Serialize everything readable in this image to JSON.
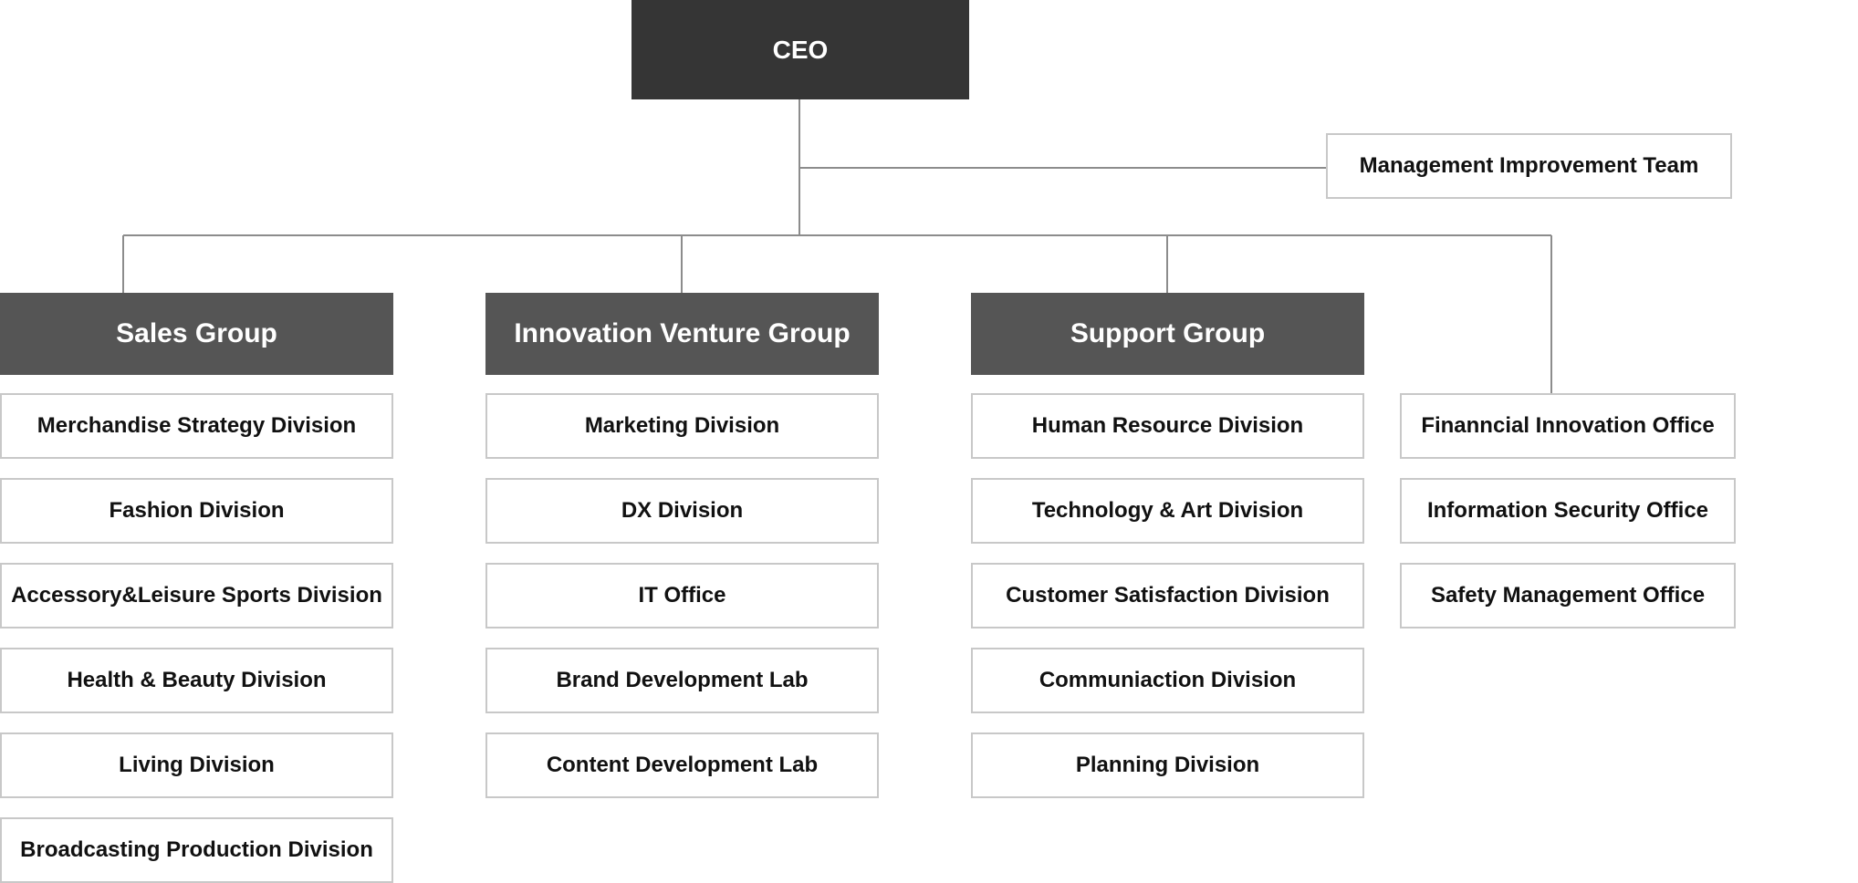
{
  "ceo": {
    "label": "CEO"
  },
  "management_team": {
    "label": "Management Improvement Team"
  },
  "groups": [
    {
      "label": "Sales Group",
      "units": [
        "Merchandise Strategy Division",
        "Fashion Division",
        "Accessory&Leisure Sports Division",
        "Health & Beauty Division",
        "Living Division",
        "Broadcasting Production Division"
      ]
    },
    {
      "label": "Innovation Venture Group",
      "units": [
        "Marketing Division",
        "DX Division",
        "IT Office",
        "Brand Development Lab",
        "Content Development Lab"
      ]
    },
    {
      "label": "Support Group",
      "units": [
        "Human Resource Division",
        "Technology & Art Division",
        "Customer Satisfaction Division",
        "Communiaction Division",
        "Planning Division"
      ]
    }
  ],
  "offices": [
    "Finanncial Innovation Office",
    "Information Security Office",
    "Safety Management Office"
  ],
  "colors": {
    "ceo_fill": "#353535",
    "group_fill": "#555555",
    "unit_border": "#c8c8c8",
    "connector": "#8c8c8c"
  }
}
